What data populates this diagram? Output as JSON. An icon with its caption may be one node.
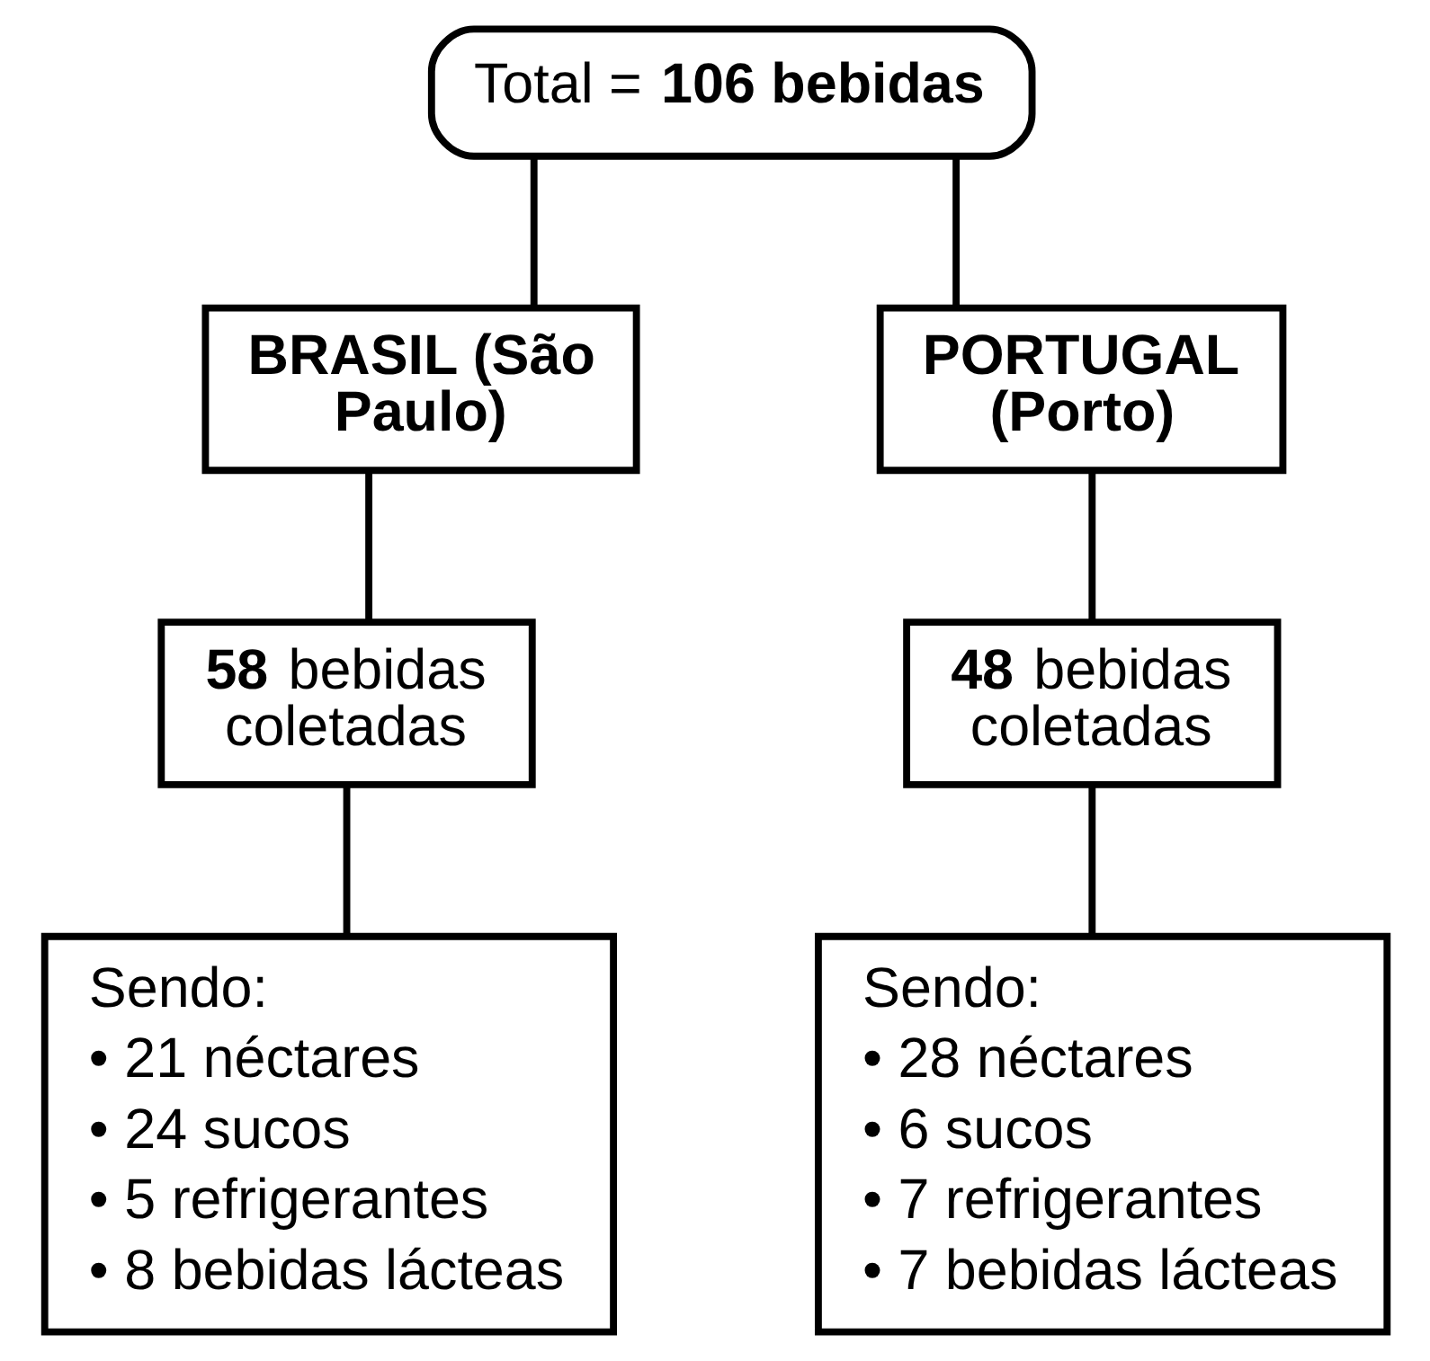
{
  "diagram": {
    "nodes": [
      {
        "text": [
          "Total = **106 bebidas**"
        ]
      },
      {
        "text": [
          "BRASIL (São Paulo)"
        ]
      },
      {
        "text": [
          "PORTUGAL (Porto)"
        ]
      },
      {
        "text": [
          "**58** bebidas coletadas"
        ]
      },
      {
        "text": [
          "**48** bebidas coletadas"
        ]
      },
      {
        "text": [
          "Sendo:",
          "• 21 néctares",
          "• 24 sucos",
          "• 5 refrigerantes",
          "• 8 bebidas lácteas"
        ]
      },
      {
        "text": [
          "Sendo:",
          "• 28 néctares",
          "• 6 sucos",
          "• 7 refrigerantes",
          "• 7 bebidas lácteas"
        ]
      }
    ],
    "edges": [
      {
        "from": 0,
        "to": 1,
        "arrow": "none"
      },
      {
        "from": 0,
        "to": 2,
        "arrow": "none"
      },
      {
        "from": 1,
        "to": 3,
        "arrow": "none"
      },
      {
        "from": 2,
        "to": 4,
        "arrow": "none"
      },
      {
        "from": 3,
        "to": 5,
        "arrow": "none"
      },
      {
        "from": 4,
        "to": 6,
        "arrow": "none"
      }
    ]
  }
}
